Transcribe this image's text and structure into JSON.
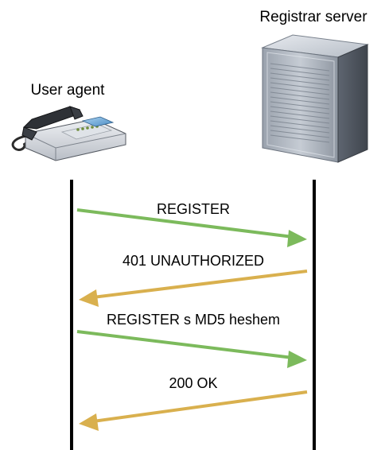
{
  "actors": {
    "client": {
      "label": "User agent",
      "icon": "telephone-icon"
    },
    "server": {
      "label": "Registrar server",
      "icon": "server-tower-icon"
    }
  },
  "messages": [
    {
      "label": "REGISTER",
      "direction": "client-to-server",
      "color": "#7cba5c"
    },
    {
      "label": "401 UNAUTHORIZED",
      "direction": "server-to-client",
      "color": "#d9b04e"
    },
    {
      "label": "REGISTER s MD5 heshem",
      "direction": "client-to-server",
      "color": "#7cba5c"
    },
    {
      "label": "200 OK",
      "direction": "server-to-client",
      "color": "#d9b04e"
    }
  ],
  "colors": {
    "lifeline": "#000000",
    "request": "#7cba5c",
    "response": "#d9b04e"
  }
}
